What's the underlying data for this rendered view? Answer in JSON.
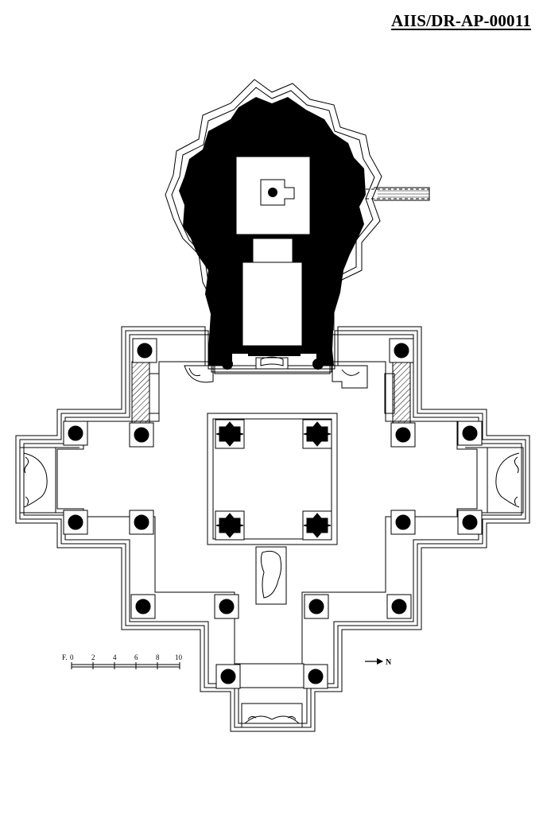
{
  "document": {
    "reference_code": "AIIS/DR-AP-00011"
  },
  "scale_bar": {
    "unit_label": "F.",
    "ticks": [
      "0",
      "2",
      "4",
      "6",
      "8",
      "10"
    ]
  },
  "north_arrow": {
    "label": "N"
  },
  "colors": {
    "ink": "#000000",
    "paper": "#ffffff",
    "hatch": "#000000"
  }
}
